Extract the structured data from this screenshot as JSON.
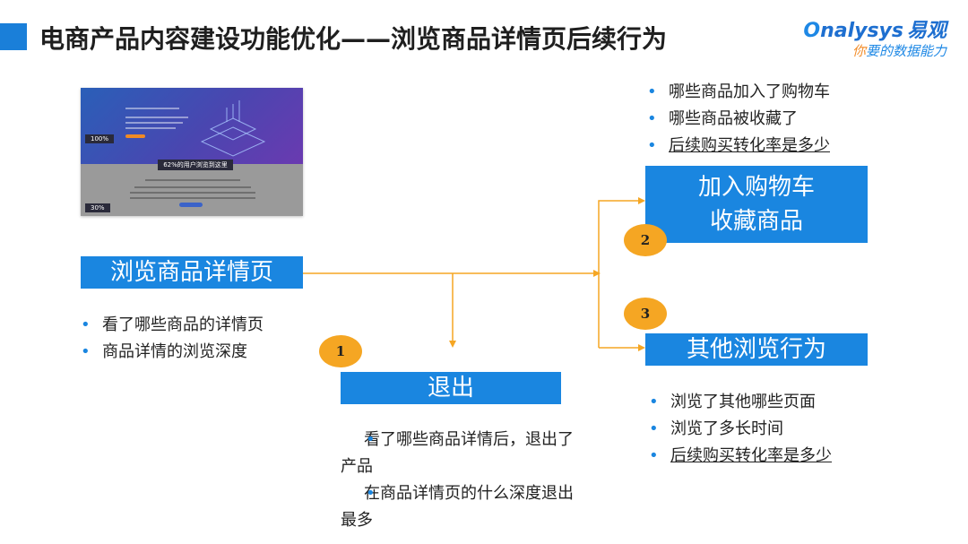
{
  "header": {
    "title": "电商产品内容建设功能优化——浏览商品详情页后续行为"
  },
  "logo": {
    "brand_o": "O",
    "brand_rest": "nalysys",
    "brand_cn": "易观",
    "slogan_hl": "你",
    "slogan_rest": "要的数据能力"
  },
  "screenshot": {
    "badge_top": "100%",
    "band": "62%的用户浏览到这里",
    "badge_bottom": "30%"
  },
  "nodes": {
    "browse": "浏览商品详情页",
    "exit": "退出",
    "cart": {
      "line1": "加入购物车",
      "line2": "收藏商品"
    },
    "other": "其他浏览行为"
  },
  "badges": {
    "one": "1",
    "two": "2",
    "three": "3"
  },
  "lists": {
    "browse": [
      "看了哪些商品的详情页",
      "商品详情的浏览深度"
    ],
    "exit": [
      "看了哪些商品详情后，退出了产品",
      "在商品详情页的什么深度退出最多"
    ],
    "cart": [
      "哪些商品加入了购物车",
      "哪些商品被收藏了",
      "后续购买转化率是多少"
    ],
    "other": [
      "浏览了其他哪些页面",
      "浏览了多长时间",
      "后续购买转化率是多少"
    ]
  },
  "colors": {
    "accent": "#1a86e0",
    "badge": "#f5a623",
    "connector": "#f5a623"
  }
}
